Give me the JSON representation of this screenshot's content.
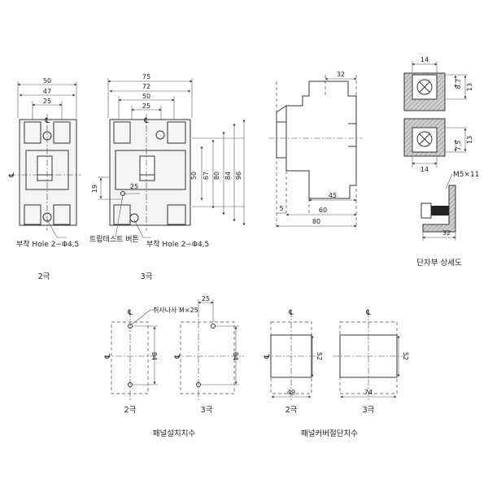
{
  "front_2p": {
    "dims": {
      "w50": "50",
      "w47": "47",
      "w25": "25"
    },
    "mount_label": "부착 Hole 2−Φ4,5",
    "caption": "2극"
  },
  "front_3p": {
    "dims": {
      "w75": "75",
      "w72": "72",
      "w50": "50",
      "w25": "25",
      "h50": "50",
      "h67": "67",
      "h80": "80",
      "h84": "84",
      "h96": "96",
      "h19": "19",
      "h25": "25"
    },
    "test_label": "트립테스트 버튼",
    "mount_label": "부착 Hole 2−Φ4,5",
    "caption": "3극"
  },
  "side": {
    "dims": {
      "d32": "32",
      "d45": "45",
      "d5": "5",
      "d60": "60",
      "d80": "80"
    }
  },
  "terminal": {
    "top": {
      "w": "14",
      "h1": "8.7",
      "h2": "13"
    },
    "mid": {
      "w": "14",
      "h1": "7.5",
      "h2": "13"
    },
    "screw_label": "M5×11",
    "depth": "32",
    "caption": "단자부 상세도"
  },
  "panel_mount": {
    "screw_label": "취사나사  M×25",
    "dim25": "25",
    "h84_2p": "84",
    "h84_3p": "84",
    "cap_2p": "2극",
    "cap_3p": "3극",
    "title": "패널설치치수"
  },
  "panel_cut": {
    "w49": "49",
    "w74": "74",
    "h52_2p": "52",
    "h52_3p": "52",
    "cap_2p": "2극",
    "cap_3p": "3극",
    "title": "패널커버절단치수"
  },
  "centerline_symbol": "℄"
}
